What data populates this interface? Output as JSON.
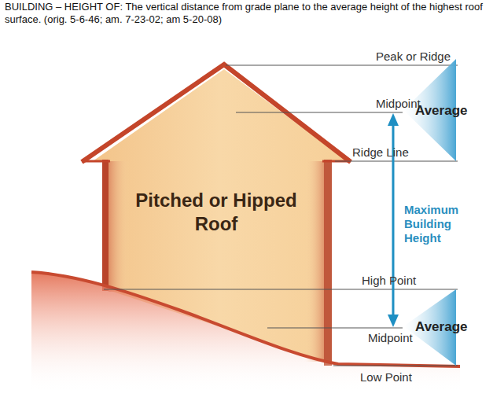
{
  "diagram": {
    "title": "BUILDING – HEIGHT OF:  The vertical distance from grade plane to the average height of the highest roof surface.  (orig. 5-6-46; am. 7-23-02; am 5-20-08)",
    "nodes": [
      {
        "text": [
          "Pitched or Hipped Roof"
        ]
      },
      {
        "text": [
          "Average"
        ]
      },
      {
        "text": [
          "Average"
        ]
      }
    ],
    "labels": [
      "Peak or Ridge",
      "Midpoint",
      "Ridge Line",
      "Maximum Building Height",
      "High Point",
      "Midpoint",
      "Low Point"
    ]
  }
}
